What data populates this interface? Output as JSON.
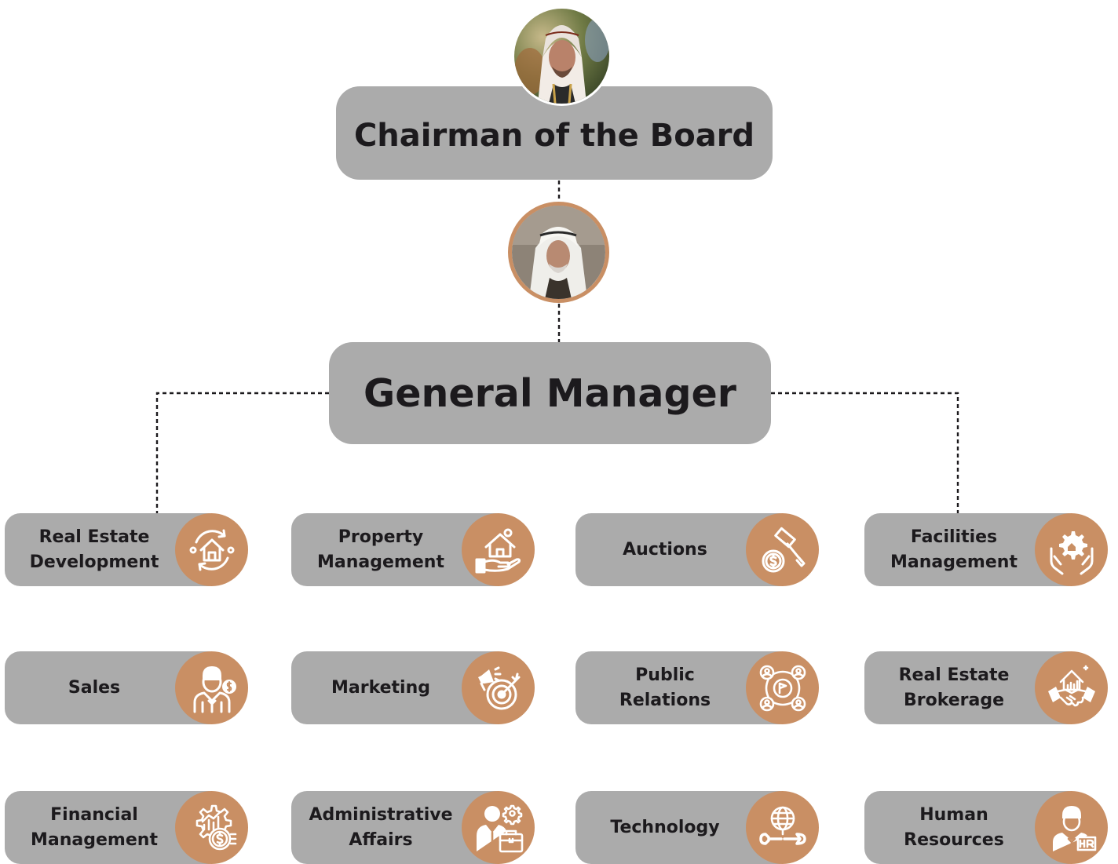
{
  "chairman": {
    "title": "Chairman of the Board"
  },
  "general_manager": {
    "title": "General Manager"
  },
  "colors": {
    "box": "#ababab",
    "accent": "#c98f64",
    "text": "#1c1a1d",
    "connector": "#1c1a1d"
  },
  "departments": [
    {
      "label": "Real Estate\nDevelopment",
      "icon": "house-cycle-icon"
    },
    {
      "label": "Property\nManagement",
      "icon": "hand-house-icon"
    },
    {
      "label": "Auctions",
      "icon": "gavel-coin-icon"
    },
    {
      "label": "Facilities\nManagement",
      "icon": "hands-gear-icon"
    },
    {
      "label": "Sales",
      "icon": "salesman-icon"
    },
    {
      "label": "Marketing",
      "icon": "megaphone-target-icon"
    },
    {
      "label": "Public\nRelations",
      "icon": "network-people-icon"
    },
    {
      "label": "Real Estate\nBrokerage",
      "icon": "handshake-building-icon"
    },
    {
      "label": "Financial\nManagement",
      "icon": "gear-chart-coins-icon"
    },
    {
      "label": "Administrative\nAffairs",
      "icon": "person-briefcase-icon"
    },
    {
      "label": "Technology",
      "icon": "globe-tools-icon"
    },
    {
      "label": "Human\nResources",
      "icon": "hr-person-icon"
    }
  ]
}
